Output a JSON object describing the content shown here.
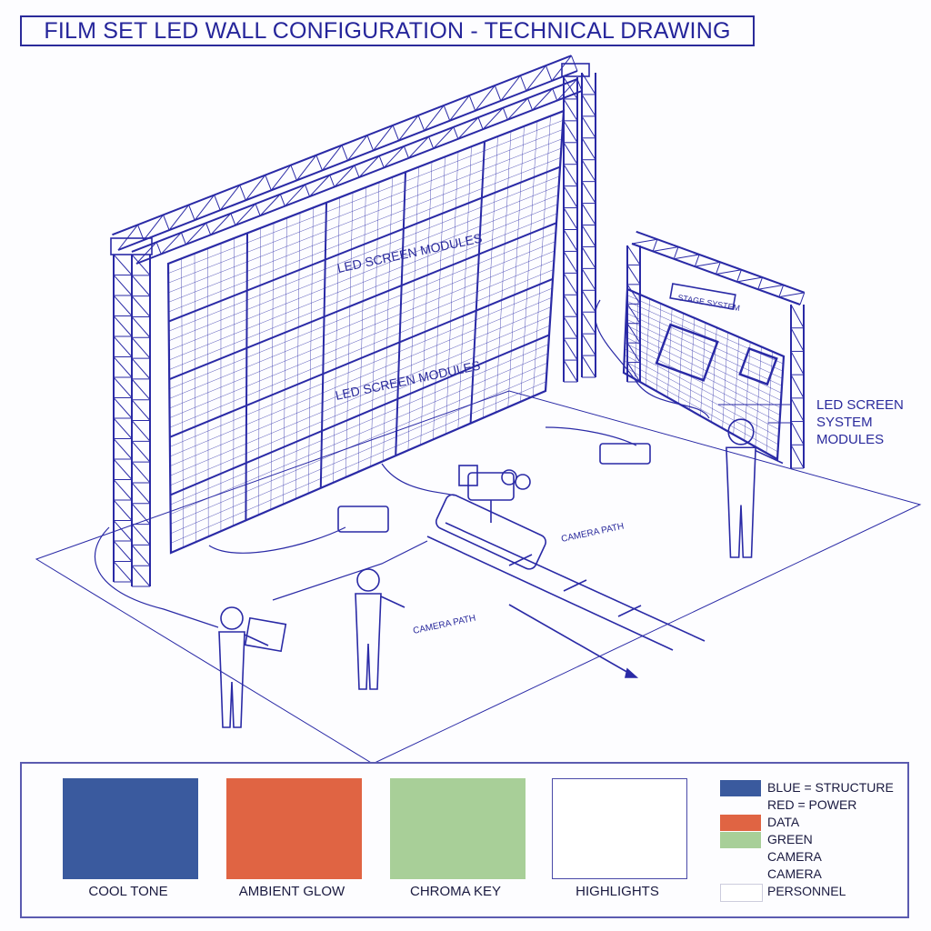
{
  "title": "FILM SET LED WALL CONFIGURATION - TECHNICAL DRAWING",
  "drawing": {
    "main_wall_labels": [
      "LED SCREEN MODULES",
      "LED SCREEN MODULES"
    ],
    "side_wall_sign": "STAGE SYSTEM",
    "side_callout": [
      "LED SCREEN",
      "SYSTEM",
      "MODULES"
    ],
    "camera_path_labels": [
      "CAMERA PATH",
      "CAMERA PATH"
    ],
    "line_color": "#2a2aa6"
  },
  "swatches": [
    {
      "label": "COOL TONE",
      "color": "#3a5a9e"
    },
    {
      "label": "AMBIENT GLOW",
      "color": "#e06443"
    },
    {
      "label": "CHROMA KEY",
      "color": "#a8cf98"
    },
    {
      "label": "HIGHLIGHTS",
      "color": "#ffffff"
    }
  ],
  "key": [
    {
      "text": "BLUE = STRUCTURE",
      "color": "#3a5a9e"
    },
    {
      "text": "RED = POWER",
      "color": null
    },
    {
      "text": "DATA",
      "color": "#e06443"
    },
    {
      "text": "GREEN",
      "color": "#a8cf98"
    },
    {
      "text": "CAMERA",
      "color": null
    },
    {
      "text": "CAMERA",
      "color": null
    },
    {
      "text": "PERSONNEL",
      "color": "#ffffff"
    }
  ]
}
